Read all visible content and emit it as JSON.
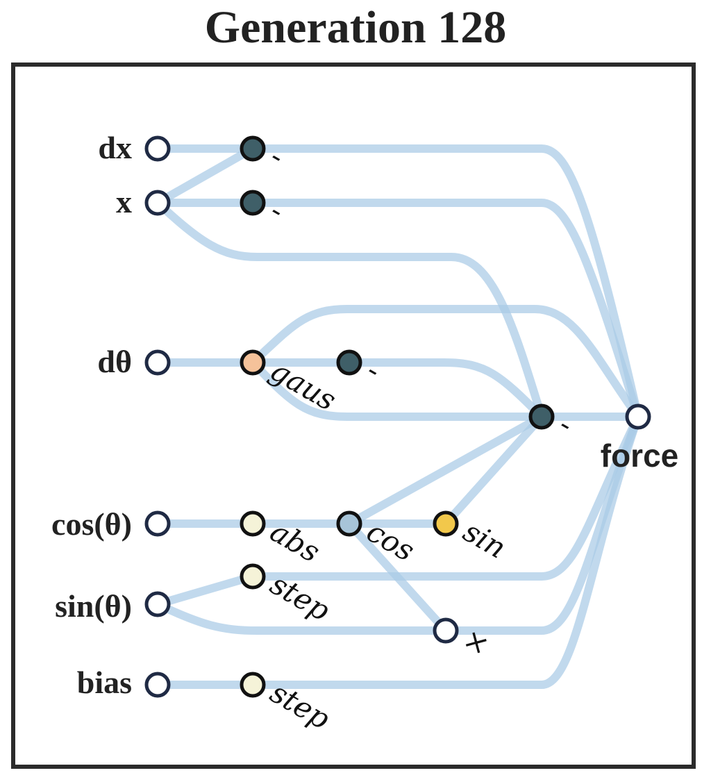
{
  "title": "Generation 128",
  "inputs": [
    {
      "id": "dx",
      "label": "dx"
    },
    {
      "id": "x",
      "label": "x"
    },
    {
      "id": "dtheta",
      "label": "dθ"
    },
    {
      "id": "cos_theta",
      "label": "cos(θ)"
    },
    {
      "id": "sin_theta",
      "label": "sin(θ)"
    },
    {
      "id": "bias",
      "label": "bias"
    }
  ],
  "hidden_nodes": [
    {
      "id": "n_neg_dx",
      "fn": "-",
      "color": "#3f5f68"
    },
    {
      "id": "n_neg_x",
      "fn": "-",
      "color": "#3f5f68"
    },
    {
      "id": "n_gaus",
      "fn": "gaus",
      "color": "#f5c29a"
    },
    {
      "id": "n_neg_g",
      "fn": "-",
      "color": "#3f5f68"
    },
    {
      "id": "n_neg_c",
      "fn": "-",
      "color": "#3f5f68"
    },
    {
      "id": "n_abs",
      "fn": "abs",
      "color": "#f5f3d8"
    },
    {
      "id": "n_cos",
      "fn": "cos",
      "color": "#a7c4d8"
    },
    {
      "id": "n_sin",
      "fn": "sin",
      "color": "#f2c84b"
    },
    {
      "id": "n_step1",
      "fn": "step",
      "color": "#f5f3d8"
    },
    {
      "id": "n_mul",
      "fn": "×",
      "color": "#ffffff"
    },
    {
      "id": "n_step2",
      "fn": "step",
      "color": "#f5f3d8"
    }
  ],
  "output": {
    "id": "force",
    "label": "force",
    "color": "#ffffff"
  },
  "edges": [
    [
      "dx",
      "n_neg_dx"
    ],
    [
      "x",
      "n_neg_dx"
    ],
    [
      "x",
      "n_neg_x"
    ],
    [
      "n_neg_dx",
      "force"
    ],
    [
      "n_neg_x",
      "force"
    ],
    [
      "x",
      "n_neg_c"
    ],
    [
      "dtheta",
      "n_gaus"
    ],
    [
      "n_gaus",
      "n_neg_g"
    ],
    [
      "n_gaus",
      "force"
    ],
    [
      "n_gaus",
      "n_neg_c"
    ],
    [
      "n_neg_g",
      "n_neg_c"
    ],
    [
      "n_neg_c",
      "force"
    ],
    [
      "cos_theta",
      "n_abs"
    ],
    [
      "n_abs",
      "n_cos"
    ],
    [
      "n_cos",
      "n_sin"
    ],
    [
      "n_cos",
      "n_neg_c"
    ],
    [
      "n_sin",
      "n_neg_c"
    ],
    [
      "n_cos",
      "n_mul"
    ],
    [
      "sin_theta",
      "n_step1"
    ],
    [
      "sin_theta",
      "n_mul"
    ],
    [
      "n_step1",
      "force"
    ],
    [
      "n_mul",
      "force"
    ],
    [
      "bias",
      "n_step2"
    ],
    [
      "n_step2",
      "force"
    ]
  ],
  "style": {
    "edge_color": "#a9cbe6",
    "node_stroke": "#111111",
    "input_node_stroke": "#1f2a44",
    "input_node_fill": "#ffffff"
  }
}
